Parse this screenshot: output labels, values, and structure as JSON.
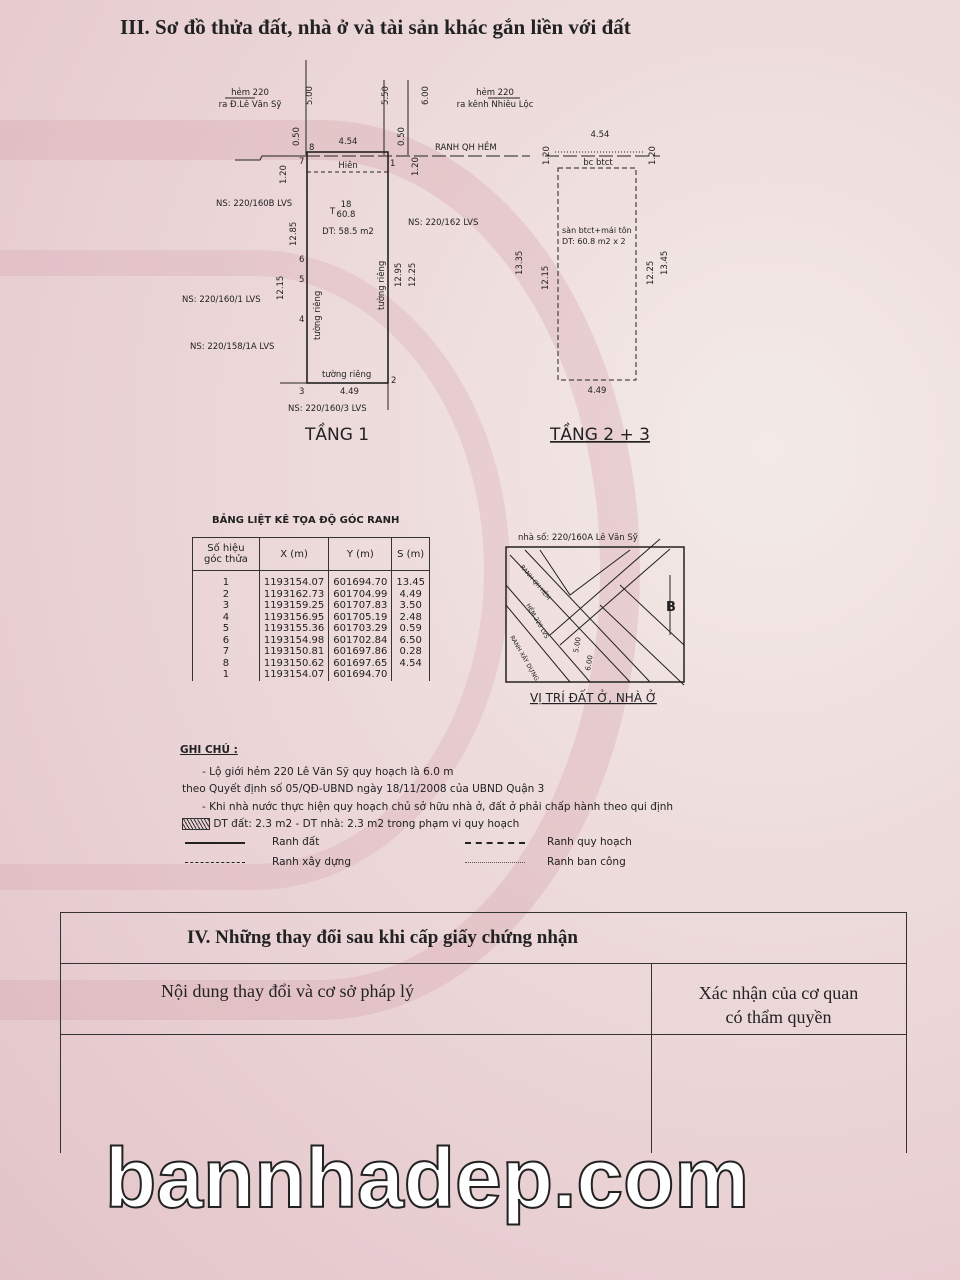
{
  "section3": {
    "title": "III. Sơ đồ thửa đất, nhà ở và tài sản khác gắn liền với đất"
  },
  "plan": {
    "road_left": "hẻm 220",
    "road_left_to": "ra Đ.Lê Văn Sỹ",
    "road_right": "hẻm 220",
    "road_right_to": "ra kênh Nhiêu Lộc",
    "widths": [
      "5.00",
      "5.50",
      "6.00"
    ],
    "floor1": {
      "width_top": "4.54",
      "width_bottom": "4.49",
      "ranh": "RANH QH HẺM",
      "hien": "Hiên",
      "t_num": "18",
      "t_den": "60.8",
      "t_prefix": "T",
      "area": "DT: 58.5 m2",
      "dims": [
        "1.20",
        "0.50",
        "0.50",
        "1.20",
        "12.85",
        "12.15",
        "12.95",
        "12.25"
      ],
      "points": [
        "7",
        "8",
        "1",
        "2",
        "3",
        "4",
        "5",
        "6"
      ],
      "wall_left": "tường riêng",
      "wall_right": "tường riêng",
      "wall_bottom": "tường riêng",
      "neighbors": [
        "NS: 220/160B LVS",
        "NS: 220/162 LVS",
        "NS: 220/160/1 LVS",
        "NS: 220/158/1A LVS",
        "NS: 220/160/3 LVS"
      ],
      "label": "TẦNG 1"
    },
    "floor23": {
      "width_top": "4.54",
      "width_bottom": "4.49",
      "balcony": "bc btct",
      "desc": "sàn btct+mái tôn",
      "area": "DT: 60.8 m2 x 2",
      "dims": [
        "1.20",
        "1.20",
        "13.35",
        "12.15",
        "12.25",
        "13.45"
      ],
      "label": "TẦNG 2 + 3"
    }
  },
  "table": {
    "title": "BẢNG LIỆT KÊ TỌA ĐỘ GÓC RANH",
    "headers": [
      "Số hiệu góc thửa",
      "X (m)",
      "Y (m)",
      "S (m)"
    ],
    "rows": [
      [
        "1",
        "1193154.07",
        "601694.70",
        "13.45"
      ],
      [
        "2",
        "1193162.73",
        "601704.99",
        "4.49"
      ],
      [
        "3",
        "1193159.25",
        "601707.83",
        "3.50"
      ],
      [
        "4",
        "1193156.95",
        "601705.19",
        "2.48"
      ],
      [
        "5",
        "1193155.36",
        "601703.29",
        "0.59"
      ],
      [
        "6",
        "1193154.98",
        "601702.84",
        "6.50"
      ],
      [
        "7",
        "1193150.81",
        "601697.86",
        "0.28"
      ],
      [
        "8",
        "1193150.62",
        "601697.65",
        "4.54"
      ],
      [
        "1",
        "1193154.07",
        "601694.70",
        ""
      ]
    ]
  },
  "location": {
    "address": "nhà số: 220/160A Lê Văn Sỹ",
    "road1": "RANH QH HẺM",
    "road2": "HẺM 220 LVS",
    "road3": "RANH XÂY DỰNG",
    "w1": "5.00",
    "w2": "6.00",
    "north": "B",
    "caption": "VỊ TRÍ ĐẤT Ở, NHÀ Ở"
  },
  "notes": {
    "heading": "GHI CHÚ :",
    "lines": [
      "- Lộ giới hẻm 220 Lê Văn Sỹ quy hoạch là 6.0 m",
      "theo Quyết định số 05/QĐ-UBND  ngày 18/11/2008 của UBND Quận 3",
      "- Khi nhà nước thực hiện quy hoạch chủ sở hữu nhà ở, đất ở phải chấp hành theo qui định"
    ],
    "hatch": "DT đất: 2.3 m2 - DT nhà: 2.3 m2 trong phạm vi  quy hoạch",
    "legend": [
      "Ranh đất",
      "Ranh quy hoạch",
      "Ranh xây dựng",
      "Ranh ban công"
    ]
  },
  "section4": {
    "title": "IV. Những thay đổi sau khi cấp giấy chứng nhận",
    "col1": "Nội dung thay đổi và cơ sở pháp lý",
    "col2a": "Xác nhận của cơ quan",
    "col2b": "có thẩm quyền"
  },
  "watermark": "bannhadep.com"
}
